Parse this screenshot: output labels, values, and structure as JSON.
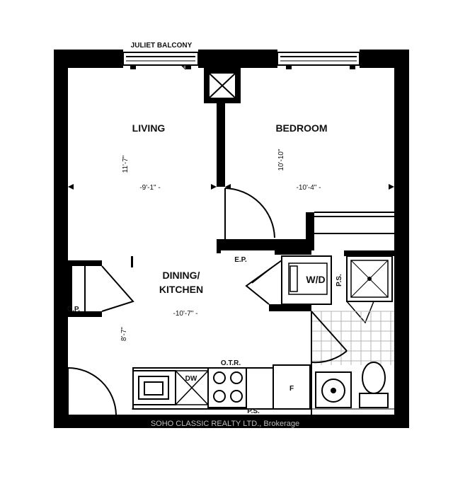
{
  "labels": {
    "juliet_balcony": "JULIET BALCONY",
    "living": "LIVING",
    "bedroom": "BEDROOM",
    "dining_kitchen_1": "DINING/",
    "dining_kitchen_2": "KITCHEN",
    "ep": "E.P.",
    "wd": "W/D",
    "ps_bath": "P.S.",
    "cp": "C.P.",
    "otr": "O.T.R.",
    "dw": "DW",
    "fridge": "F",
    "ps_bottom": "P.S."
  },
  "dimensions": {
    "living_height": "11'-7\"",
    "living_width": "-9'-1\" -",
    "bedroom_height": "10'-10\"",
    "bedroom_width": "-10'-4\" -",
    "dining_width": "-10'-7\" -",
    "dining_height": "8'-7\""
  },
  "watermark": "SOHO CLASSIC REALTY LTD., Brokerage"
}
